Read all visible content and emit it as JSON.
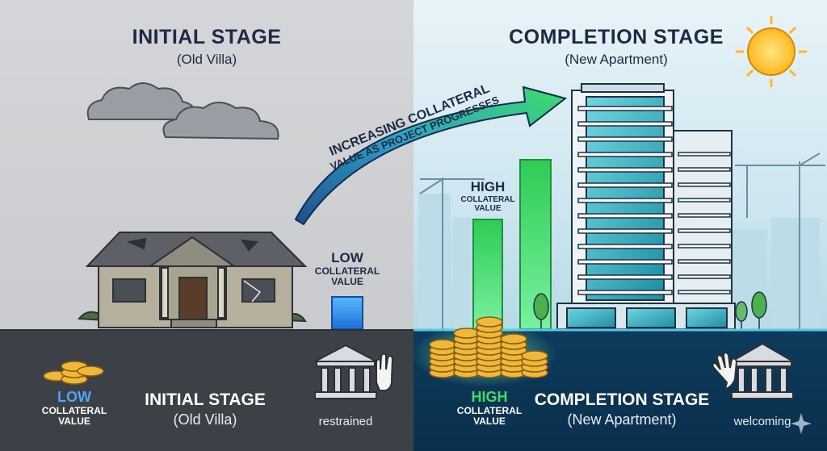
{
  "left": {
    "title": "INITIAL STAGE",
    "subtitle": "(Old Villa)",
    "bar_label_1": "LOW",
    "bar_label_2": "COLLATERAL",
    "bar_label_3": "VALUE"
  },
  "right": {
    "title": "COMPLETION STAGE",
    "subtitle": "(New Apartment)",
    "bar_label_1": "HIGH",
    "bar_label_2": "COLLATERAL",
    "bar_label_3": "VALUE"
  },
  "arrow": {
    "line1": "INCREASING COLLATERAL",
    "line2": "VALUE AS PROJECT PROGRESSES"
  },
  "bottom_left": {
    "value_word": "LOW",
    "value_line2": "COLLATERAL",
    "value_line3": "VALUE",
    "stage_title": "INITIAL STAGE",
    "stage_subtitle": "(Old Villa)",
    "bank_caption": "restrained"
  },
  "bottom_right": {
    "value_word": "HIGH",
    "value_line2": "COLLATERAL",
    "value_line3": "VALUE",
    "stage_title": "COMPLETION STAGE",
    "stage_subtitle": "(New Apartment)",
    "bank_caption": "welcoming"
  },
  "colors": {
    "low_accent": "#4fa3ff",
    "high_accent": "#3ddc6a",
    "title_navy": "#1d2a44",
    "bottom_dark": "#3c4148",
    "bottom_navy": "#0d3b5c"
  },
  "icons": [
    "cloud-icon",
    "sun-icon",
    "old-villa-icon",
    "apartment-tower-icon",
    "crane-icon",
    "tree-icon",
    "coin-stack-icon",
    "bank-icon",
    "raised-hand-icon",
    "growth-arrow-icon",
    "sparkle-icon"
  ],
  "value_bars": {
    "low_fraction": 0.1,
    "high_fraction_short": 0.55,
    "high_fraction_tall": 0.78
  }
}
